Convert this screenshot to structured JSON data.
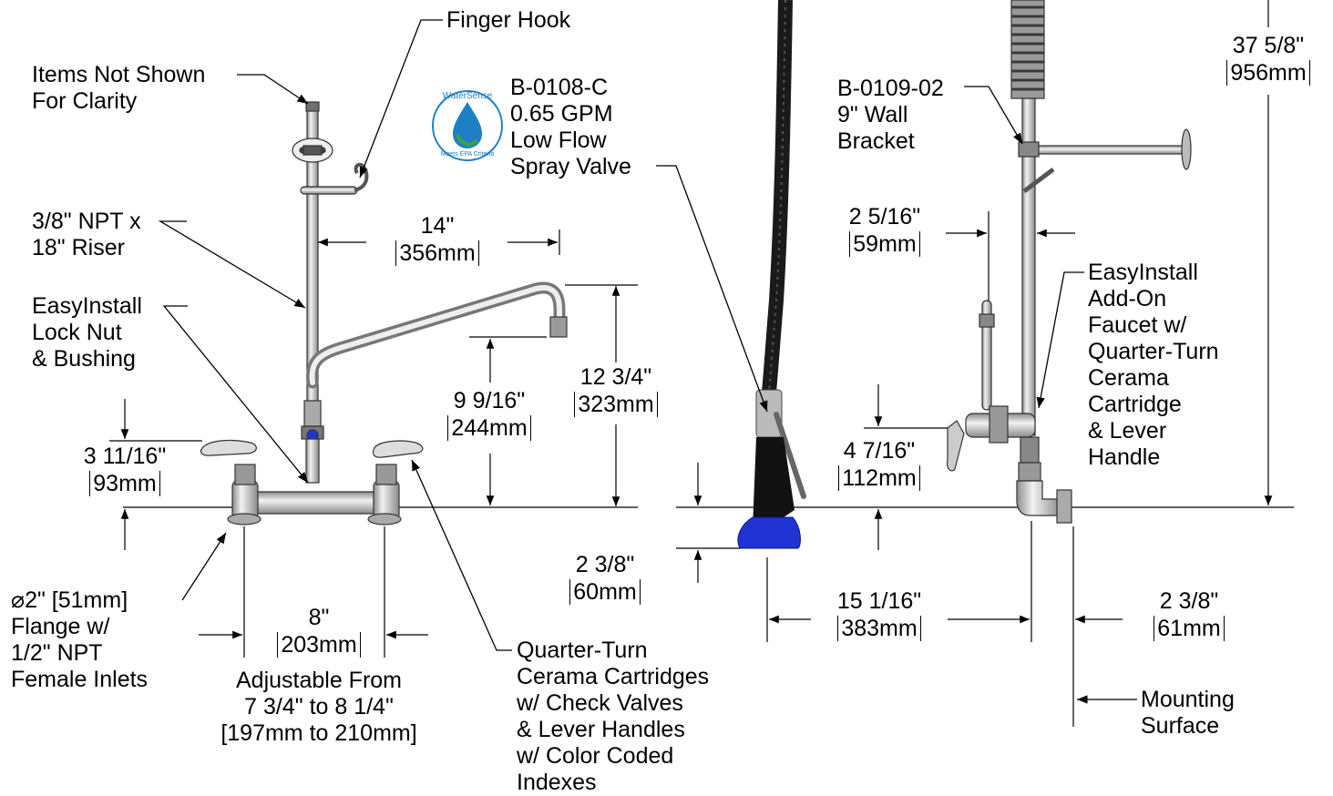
{
  "labels": {
    "finger_hook": "Finger Hook",
    "items_not_shown_1": "Items Not Shown",
    "items_not_shown_2": "For Clarity",
    "riser_1": "3/8\" NPT x",
    "riser_2": "18\" Riser",
    "locknut_1": "EasyInstall",
    "locknut_2": "Lock Nut",
    "locknut_3": "& Bushing",
    "spray_1": "B-0108-C",
    "spray_2": "0.65 GPM",
    "spray_3": "Low Flow",
    "spray_4": "Spray Valve",
    "bracket_1": "B-0109-02",
    "bracket_2": "9\" Wall",
    "bracket_3": "Bracket",
    "addon_1": "EasyInstall",
    "addon_2": "Add-On",
    "addon_3": "Faucet w/",
    "addon_4": "Quarter-Turn",
    "addon_5": "Cerama",
    "addon_6": "Cartridge",
    "addon_7": "& Lever",
    "addon_8": "Handle",
    "flange_1": "2\" [51mm]",
    "flange_2": "Flange w/",
    "flange_3": "1/2\" NPT",
    "flange_4": "Female Inlets",
    "qt_1": "Quarter-Turn",
    "qt_2": "Cerama Cartridges",
    "qt_3": "w/ Check Valves",
    "qt_4": "& Lever Handles",
    "qt_5": "w/ Color Coded",
    "qt_6": "Indexes",
    "mount_1": "Mounting",
    "mount_2": "Surface",
    "adj_1": "Adjustable From",
    "adj_2": "7 3/4\" to 8 1/4\"",
    "adj_3": "[197mm to 210mm]"
  },
  "dimensions": {
    "spout_reach_in": "14\"",
    "spout_reach_mm": "356mm",
    "spout_height_in": "12 3/4\"",
    "spout_height_mm": "323mm",
    "spout_clear_in": "9 9/16\"",
    "spout_clear_mm": "244mm",
    "base_height_in": "3 11/16\"",
    "base_height_mm": "93mm",
    "centers_in": "8\"",
    "centers_mm": "203mm",
    "total_height_in": "37 5/8\"",
    "total_height_mm": "956mm",
    "addon_offset_in": "2 5/16\"",
    "addon_offset_mm": "59mm",
    "addon_height_in": "4 7/16\"",
    "addon_height_mm": "112mm",
    "spray_drop_in": "2 3/8\"",
    "spray_drop_mm": "60mm",
    "projection_in": "15 1/16\"",
    "projection_mm": "383mm",
    "wall_offset_in": "2 3/8\"",
    "wall_offset_mm": "61mm"
  },
  "badge": {
    "name": "WaterSense",
    "line_1": "Meets EPA Criteria"
  },
  "colors": {
    "line": "#000000",
    "metal_light": "#e6e6e6",
    "metal_mid": "#b9b9b9",
    "metal_dark": "#7a7a7a",
    "hose": "#1a1a1a",
    "spray_blue": "#2233d4",
    "badge_blue": "#1f7fc4",
    "badge_green": "#3aa14a"
  }
}
